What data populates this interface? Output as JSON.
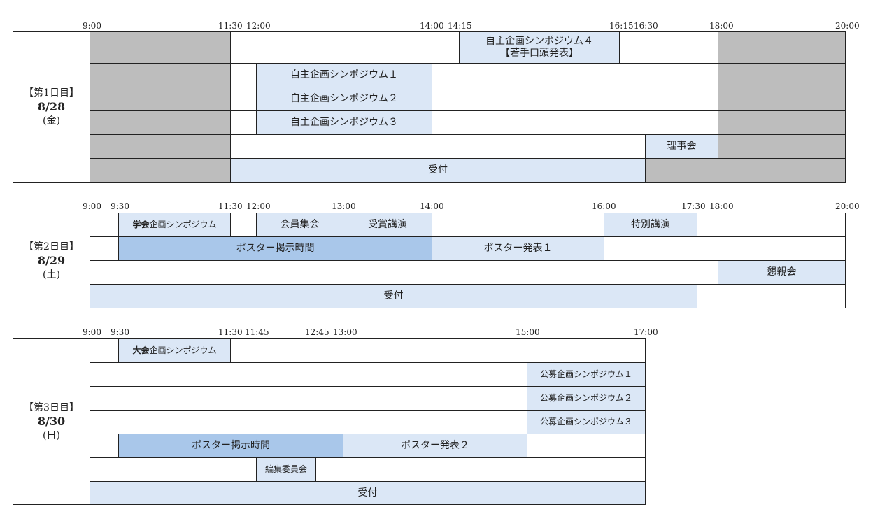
{
  "days": [
    {
      "label_prefix": "【第1日目】",
      "date": "8/28",
      "weekday": "(金)",
      "ticks": [
        "9:00",
        "11:30",
        "12:00",
        "14:00",
        "14:15",
        "16:15",
        "16:30",
        "18:00",
        "20:00"
      ],
      "events": {
        "symposium4": [
          "自主企画シンポジウム４",
          "【若手口頭発表】"
        ],
        "symposium1": "自主企画シンポジウム１",
        "symposium2": "自主企画シンポジウム２",
        "symposium3": "自主企画シンポジウム３",
        "board": "理事会",
        "reception": "受付"
      }
    },
    {
      "label_prefix": "【第2日目】",
      "date": "8/29",
      "weekday": "(土)",
      "ticks": [
        "9:00",
        "9:30",
        "11:30",
        "12:00",
        "13:00",
        "14:00",
        "16:00",
        "17:30",
        "18:00",
        "20:00"
      ],
      "events": {
        "society_symposium_bold": "学会",
        "society_symposium_rest": "企画シンポジウム",
        "members_meeting": "会員集会",
        "award_lecture": "受賞講演",
        "special_lecture": "特別講演",
        "poster_display": "ポスター掲示時間",
        "poster_presentation1": "ポスター発表１",
        "social": "懇親会",
        "reception": "受付"
      }
    },
    {
      "label_prefix": "【第3日目】",
      "date": "8/30",
      "weekday": "(日)",
      "ticks": [
        "9:00",
        "9:30",
        "11:30",
        "11:45",
        "12:45",
        "13:00",
        "15:00",
        "17:00"
      ],
      "events": {
        "conference_symposium_bold": "大会",
        "conference_symposium_rest": "企画シンポジウム",
        "public_symposium1": "公募企画シンポジウム１",
        "public_symposium2": "公募企画シンポジウム２",
        "public_symposium3": "公募企画シンポジウム３",
        "poster_display": "ポスター掲示時間",
        "poster_presentation2": "ポスター発表２",
        "editorial_committee": "編集委員会",
        "reception": "受付"
      }
    }
  ]
}
